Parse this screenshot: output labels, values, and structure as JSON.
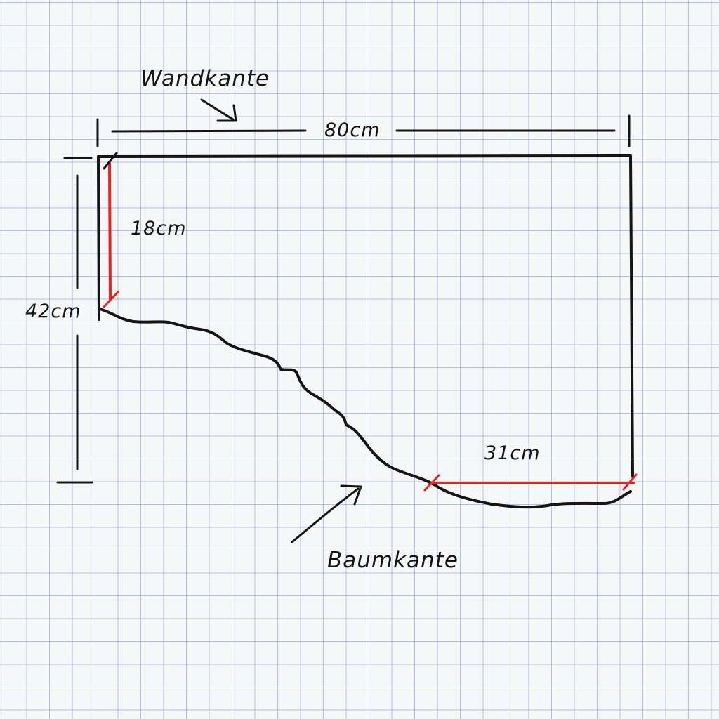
{
  "labels": {
    "wall_edge": "Wandkante",
    "tree_edge": "Baumkante"
  },
  "dimensions": {
    "width": "80cm",
    "height": "42cm",
    "left_segment": "18cm",
    "bottom_segment": "31cm"
  },
  "colors": {
    "ink": "#141414",
    "measure": "#e8231f",
    "grid": "#8ea6d8",
    "paper": "#f6f7f9"
  }
}
